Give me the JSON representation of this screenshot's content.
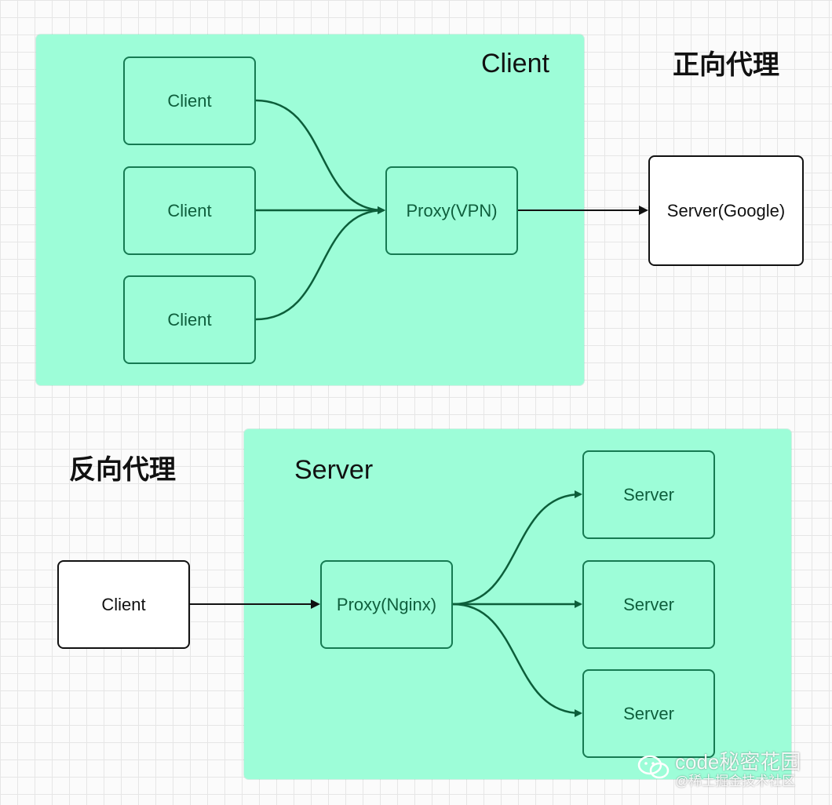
{
  "forward": {
    "heading": "正向代理",
    "group_title": "Client",
    "clients": [
      "Client",
      "Client",
      "Client"
    ],
    "proxy": "Proxy(VPN)",
    "server": "Server(Google)"
  },
  "reverse": {
    "heading": "反向代理",
    "group_title": "Server",
    "client": "Client",
    "proxy": "Proxy(Nginx)",
    "servers": [
      "Server",
      "Server",
      "Server"
    ]
  },
  "watermark": {
    "title": "code秘密花园",
    "subtitle": "@稀土掘金技术社区",
    "logo_icon": "wechat-icon"
  },
  "colors": {
    "group_fill": "#9dfdd8",
    "node_border": "#167a52",
    "edge_green": "#0c5e3a",
    "edge_black": "#111111"
  }
}
